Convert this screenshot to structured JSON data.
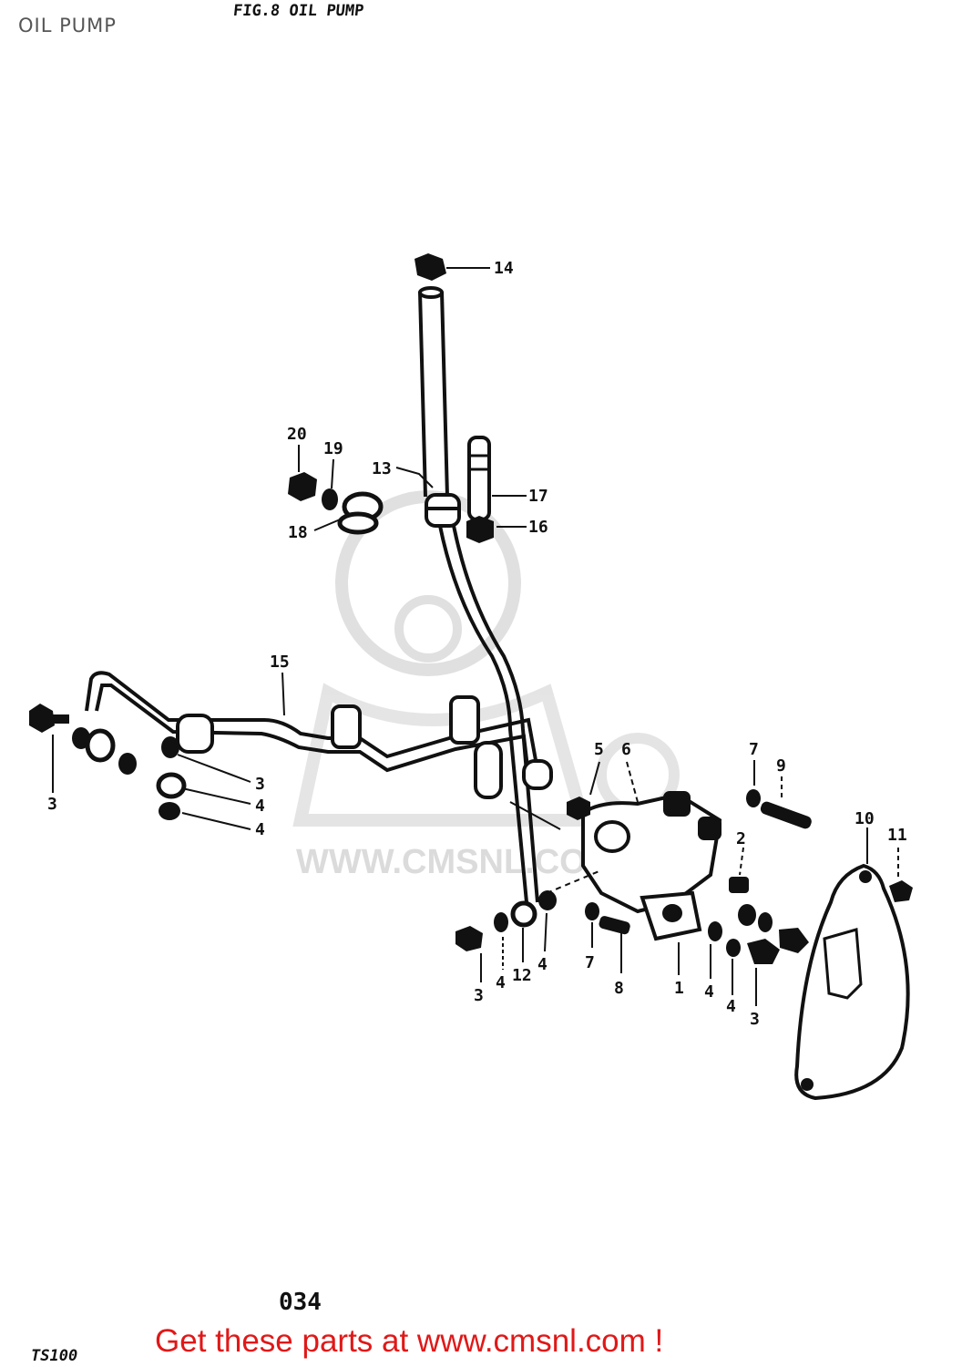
{
  "header": {
    "page_title": "OIL PUMP",
    "figure_title": "FIG.8 OIL PUMP"
  },
  "diagram": {
    "watermark": "WWW.CMSNL.COM",
    "callouts": [
      {
        "id": "c14",
        "text": "14"
      },
      {
        "id": "c20",
        "text": "20"
      },
      {
        "id": "c19",
        "text": "19"
      },
      {
        "id": "c13",
        "text": "13"
      },
      {
        "id": "c17",
        "text": "17"
      },
      {
        "id": "c16",
        "text": "16"
      },
      {
        "id": "c18",
        "text": "18"
      },
      {
        "id": "c15",
        "text": "15"
      },
      {
        "id": "c3a",
        "text": "3"
      },
      {
        "id": "c3b",
        "text": "3"
      },
      {
        "id": "c4a",
        "text": "4"
      },
      {
        "id": "c4b",
        "text": "4"
      },
      {
        "id": "c5",
        "text": "5"
      },
      {
        "id": "c6",
        "text": "6"
      },
      {
        "id": "c7a",
        "text": "7"
      },
      {
        "id": "c9",
        "text": "9"
      },
      {
        "id": "c2",
        "text": "2"
      },
      {
        "id": "c10",
        "text": "10"
      },
      {
        "id": "c11",
        "text": "11"
      },
      {
        "id": "c3c",
        "text": "3"
      },
      {
        "id": "c4c",
        "text": "4"
      },
      {
        "id": "c12",
        "text": "12"
      },
      {
        "id": "c4d",
        "text": "4"
      },
      {
        "id": "c7b",
        "text": "7"
      },
      {
        "id": "c8",
        "text": "8"
      },
      {
        "id": "c1",
        "text": "1"
      },
      {
        "id": "c4e",
        "text": "4"
      },
      {
        "id": "c4f",
        "text": "4"
      },
      {
        "id": "c3d",
        "text": "3"
      }
    ]
  },
  "footer": {
    "page_number": "034",
    "model": "TS100",
    "promo_text": "Get these parts at www.cmsnl.com !"
  },
  "colors": {
    "promo": "#e01818",
    "ink": "#111111",
    "watermark": "#d8d8d8"
  }
}
